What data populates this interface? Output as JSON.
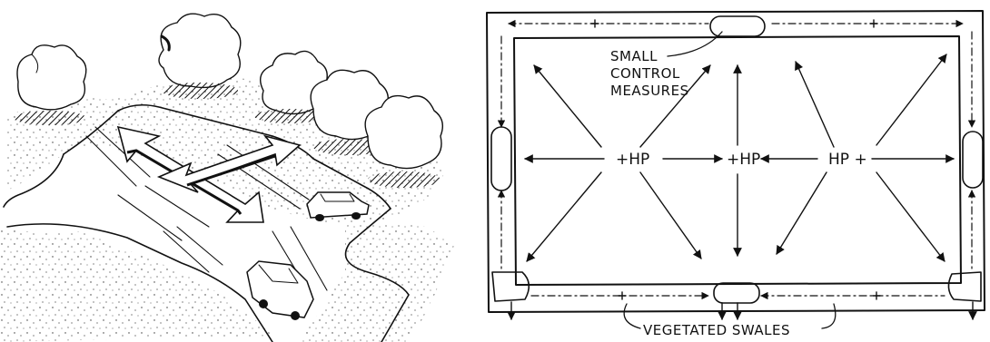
{
  "left_sketch": {
    "vehicles": [
      "car",
      "car"
    ],
    "arrows": [
      "double-headed flow arrow",
      "double-headed flow arrow"
    ]
  },
  "right_plan": {
    "labels": {
      "control_measures": [
        "SMALL",
        "CONTROL",
        "MEASURES"
      ],
      "swales": "VEGETATED SWALES"
    },
    "high_points": [
      {
        "text": "+HP"
      },
      {
        "text": "+HP"
      },
      {
        "text": "HP +"
      }
    ]
  },
  "colors": {
    "ink": "#111111",
    "background": "#ffffff"
  }
}
